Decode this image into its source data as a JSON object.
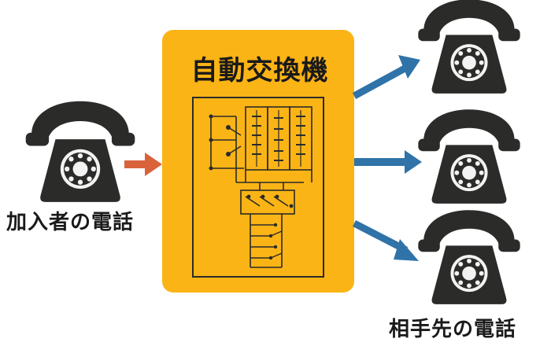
{
  "diagram": {
    "switch_title": "自動交換機",
    "caller_label": "加入者の電話",
    "callee_label": "相手先の電話"
  },
  "colors": {
    "switch_box": "#fbb416",
    "phone": "#2b2b29",
    "arrow_in": "#d9623b",
    "arrow_out": "#2f73a8",
    "circuit": "#2b2b29"
  },
  "icons": {
    "phone": "rotary-telephone-icon",
    "circuit": "relay-circuit-icon"
  }
}
